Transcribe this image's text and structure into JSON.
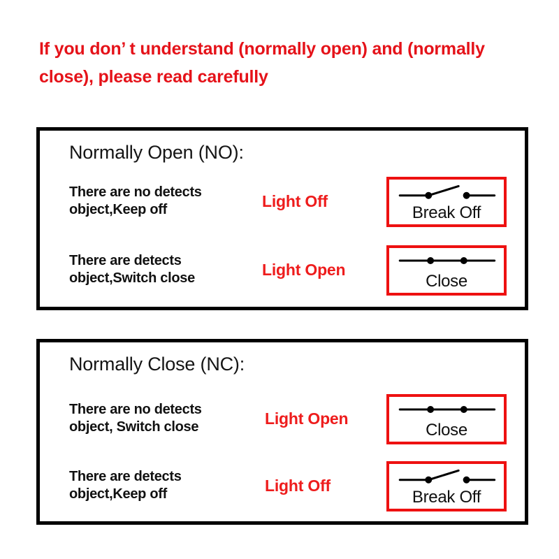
{
  "header": {
    "note": "If you don’ t understand (normally open) and (normally close), please read carefully",
    "color": "#e51219"
  },
  "colors": {
    "accent_red": "#ee1c1c",
    "symbol_border_red": "#ee1111",
    "box_border_black": "#000000",
    "text_black": "#111111",
    "background": "#ffffff"
  },
  "sections": [
    {
      "title": "Normally Open (NO):",
      "rows": [
        {
          "condition_line1": "There are no detects",
          "condition_line2": "object,Keep off",
          "lamp_state": "Light Off",
          "switch": {
            "label": "Break Off",
            "state": "open",
            "icon": "switch-open-icon"
          }
        },
        {
          "condition_line1": "There are detects",
          "condition_line2": "object,Switch close",
          "lamp_state": "Light Open",
          "switch": {
            "label": "Close",
            "state": "closed",
            "icon": "switch-closed-icon"
          }
        }
      ]
    },
    {
      "title": "Normally Close (NC):",
      "rows": [
        {
          "condition_line1": "There are no detects",
          "condition_line2": "object, Switch close",
          "lamp_state": "Light Open",
          "switch": {
            "label": "Close",
            "state": "closed",
            "icon": "switch-closed-icon"
          }
        },
        {
          "condition_line1": "There are detects",
          "condition_line2": "object,Keep off",
          "lamp_state": "Light Off",
          "switch": {
            "label": "Break Off",
            "state": "open",
            "icon": "switch-open-icon"
          }
        }
      ]
    }
  ]
}
